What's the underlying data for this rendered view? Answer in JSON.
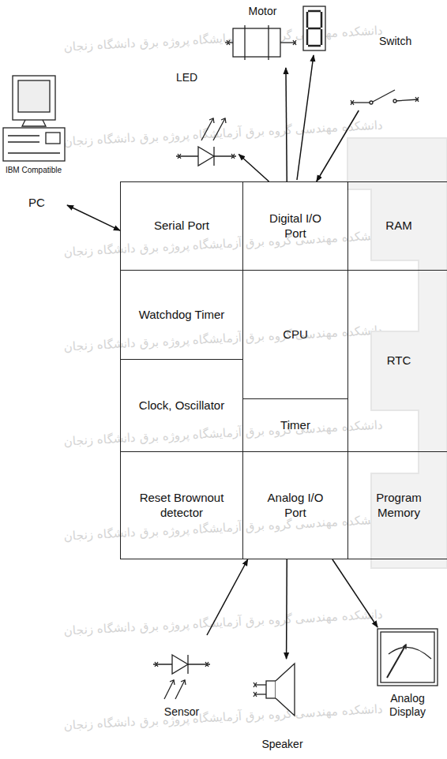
{
  "diagram": {
    "nodes": [
      {
        "text": [
          "Motor"
        ]
      },
      {
        "text": [
          "LED"
        ]
      },
      {
        "text": [
          "Switch"
        ]
      },
      {
        "text": [
          "IBM Compatible",
          "PC"
        ]
      },
      {
        "text": [
          "Serial Port"
        ]
      },
      {
        "text": [
          "Digital I/O Port"
        ]
      },
      {
        "text": [
          "RAM"
        ]
      },
      {
        "text": [
          "Watchdog Timer"
        ]
      },
      {
        "text": [
          "CPU"
        ]
      },
      {
        "text": [
          "RTC"
        ]
      },
      {
        "text": [
          "Clock, Oscillator"
        ]
      },
      {
        "text": [
          "Timer"
        ]
      },
      {
        "text": [
          "Reset Brownout detector"
        ]
      },
      {
        "text": [
          "Analog I/O Port"
        ]
      },
      {
        "text": [
          "Program Memory"
        ]
      },
      {
        "text": [
          "Sensor"
        ]
      },
      {
        "text": [
          "Speaker"
        ]
      },
      {
        "text": [
          "Analog Display"
        ]
      }
    ],
    "edges": [
      {
        "from": 3,
        "to": 4,
        "arrow": "both"
      },
      {
        "from": 5,
        "to": 1,
        "arrow": "to"
      },
      {
        "from": 5,
        "to": 0,
        "arrow": "to"
      },
      {
        "from": 2,
        "to": 5,
        "arrow": "to"
      },
      {
        "from": 15,
        "to": 13,
        "arrow": "to"
      },
      {
        "from": 13,
        "to": 16,
        "arrow": "to"
      },
      {
        "from": 13,
        "to": 17,
        "arrow": "to"
      }
    ],
    "labels": [
      "دانشکده مهندسی گروه برق آزمایشگاه پروژه برق دانشگاه زنجان",
      "دانشکده مهندسی گروه برق آزمایشگاه پروژه برق دانشگاه زنجان",
      "دانشکده مهندسی گروه برق آزمایشگاه پروژه برق دانشگاه زنجان",
      "دانشکده مهندسی گروه برق آزمایشگاه پروژه برق دانشگاه زنجان",
      "دانشکده مهندسی گروه برق آزمایشگاه پروژه برق دانشگاه زنجان",
      "دانشکده مهندسی گروه برق آزمایشگاه پروژه برق دانشگاه زنجان",
      "دانشکده مهندسی گروه برق آزمایشگاه پروژه برق دانشگاه زنجان",
      "دانشکده مهندسی گروه برق آزمایشگاه پروژه برق دانشگاه زنجان"
    ]
  }
}
